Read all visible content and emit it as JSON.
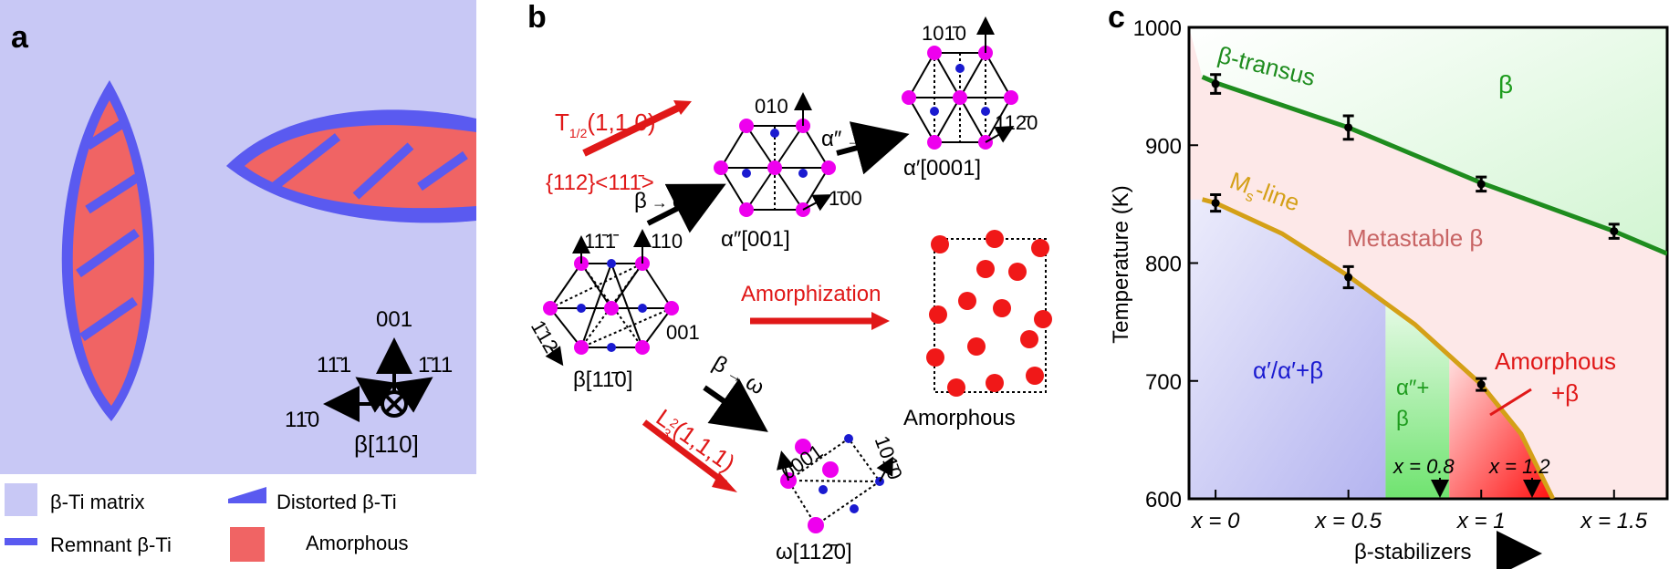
{
  "panel_a": {
    "letter": "a",
    "axes": {
      "up": "001",
      "upleft": "11̄1",
      "upright": "1̄11",
      "left": "11̄0",
      "center": "⊗"
    },
    "view": "β[110]",
    "legend": [
      {
        "label": "β-Ti matrix",
        "color": "#c8c8f5"
      },
      {
        "label": "Distorted β-Ti",
        "color": "#5a5af0"
      },
      {
        "label": "Remnant β-Ti",
        "color": "#5a5af0"
      },
      {
        "label": "Amorphous",
        "color": "#f06464"
      }
    ]
  },
  "panel_b": {
    "letter": "b",
    "shear_label": "T",
    "shear_sub": "1/2",
    "shear_vec": "(1,1,0)",
    "shear_plane": "{112}<111̄>",
    "beta_to_alpha2": {
      "left": "β",
      "right": "α″"
    },
    "alpha2_to_alpha1": {
      "left": "α″",
      "right": "α′"
    },
    "beta_to_omega": {
      "left": "β",
      "right": "ω"
    },
    "omega_shear_label": "L",
    "omega_shear_sub": "3",
    "omega_shear_sup": "2",
    "omega_shear_vec": "(1,1,1)",
    "amorphization": "Amorphization",
    "beta_cell": {
      "view": "β[11̄0]",
      "a1": "11̄1̄",
      "a2": "110",
      "a3": "001",
      "a4": "1̄12"
    },
    "alpha2_cell": {
      "view": "α″[001]",
      "a1": "010",
      "a2": "1̄00"
    },
    "alpha1_cell": {
      "view": "α′[0001]",
      "a1": "101̄0",
      "a2": "112̄0"
    },
    "omega_cell": {
      "view": "ω[112̄0]",
      "a1": "0001",
      "a2": "101̄0"
    },
    "amorphous_label": "Amorphous"
  },
  "panel_c": {
    "letter": "c",
    "ylabel": "Temperature (K)",
    "xlabel": "β-stabilizers",
    "region_labels": {
      "beta": "β",
      "beta_transus": "β-transus",
      "ms_line_M": "M",
      "ms_line_sub": "s",
      "ms_line_rest": "-line",
      "metastable": "Metastable β",
      "alpha_prime": "α′/α′+β",
      "alpha2": "α″+",
      "alpha2_b": "β",
      "amorphous": "Amorphous",
      "amorphous_b": "+β",
      "x08": "x = 0.8",
      "x12": "x = 1.2"
    },
    "colors": {
      "transus": "#1e8c1e",
      "ms": "#d4a017",
      "red": "#e01818",
      "blue": "#1a1ad0",
      "green": "#1e9c1e",
      "pink": "#c86464"
    }
  },
  "chart_data": {
    "type": "line",
    "title": "",
    "xlabel": "β-stabilizers",
    "ylabel": "Temperature (K)",
    "xlim": [
      -0.1,
      1.7
    ],
    "ylim": [
      600,
      1000
    ],
    "x_ticks": [
      0,
      0.5,
      1,
      1.5
    ],
    "x_tick_labels": [
      "x = 0",
      "x = 0.5",
      "x = 1",
      "x = 1.5"
    ],
    "y_ticks": [
      600,
      700,
      800,
      900,
      1000
    ],
    "series": [
      {
        "name": "β-transus",
        "points": [
          [
            0,
            952
          ],
          [
            0.5,
            915
          ],
          [
            1,
            867
          ],
          [
            1.5,
            827
          ]
        ],
        "errors": [
          8,
          10,
          6,
          6
        ],
        "curve": [
          [
            -0.05,
            958
          ],
          [
            0,
            953
          ],
          [
            0.5,
            915
          ],
          [
            1,
            868
          ],
          [
            1.5,
            827
          ],
          [
            1.7,
            808
          ]
        ]
      },
      {
        "name": "Ms-line",
        "points": [
          [
            0,
            851
          ],
          [
            0.5,
            788
          ],
          [
            1,
            697
          ]
        ],
        "errors": [
          7,
          9,
          5
        ],
        "curve": [
          [
            -0.05,
            854
          ],
          [
            0,
            851
          ],
          [
            0.25,
            825
          ],
          [
            0.5,
            789
          ],
          [
            0.75,
            748
          ],
          [
            1,
            697
          ],
          [
            1.15,
            655
          ],
          [
            1.27,
            600
          ]
        ]
      }
    ]
  }
}
